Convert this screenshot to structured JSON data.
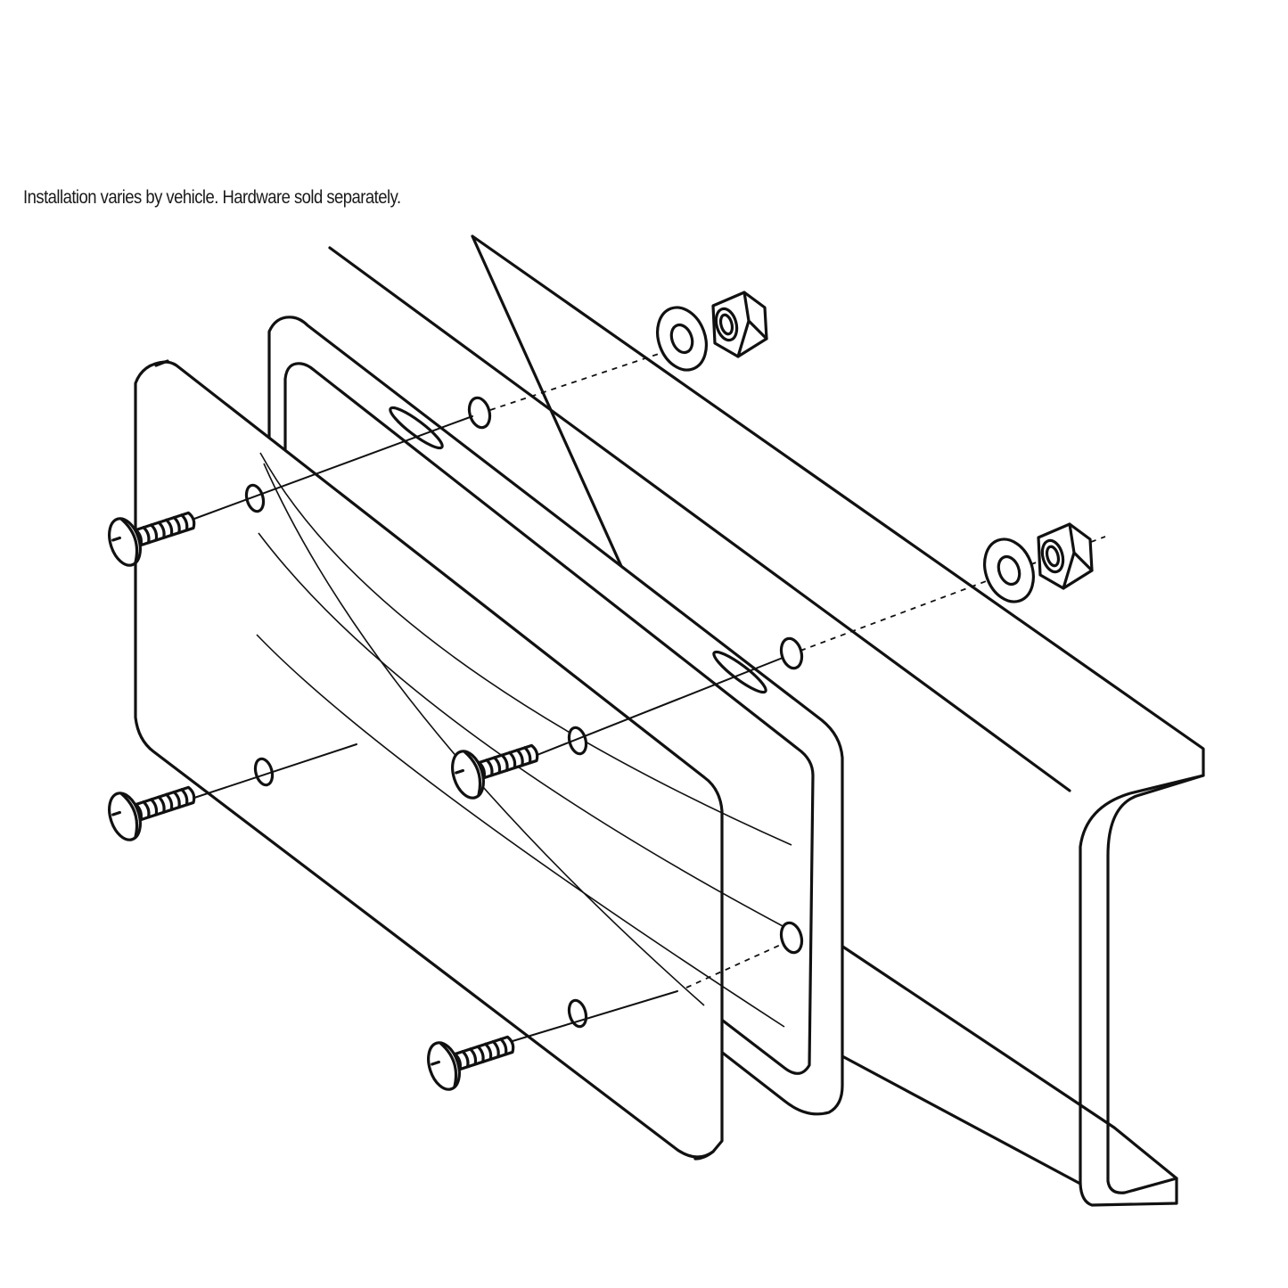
{
  "caption": "Installation varies by vehicle. Hardware sold separately.",
  "parts": [
    {
      "name": "bumper-bracket"
    },
    {
      "name": "license-plate-frame"
    },
    {
      "name": "plate-shield"
    },
    {
      "name": "screw",
      "count": 4
    },
    {
      "name": "washer",
      "count": 2
    },
    {
      "name": "hex-nut",
      "count": 2
    }
  ],
  "colors": {
    "line": "#111111",
    "background": "#ffffff"
  }
}
